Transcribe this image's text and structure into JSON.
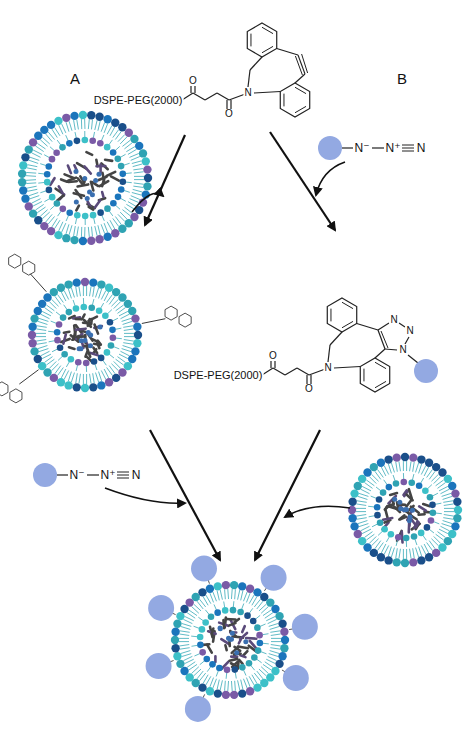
{
  "diagram": {
    "labels": [
      "DSPE-PEG(2000)",
      "O",
      "O",
      "N",
      "A",
      "B",
      "N⁻",
      "N⁺",
      "N",
      "DSPE-PEG(2000)",
      "O",
      "O",
      "N",
      "N",
      "N",
      "N",
      "N⁻",
      "N⁺",
      "N"
    ]
  }
}
